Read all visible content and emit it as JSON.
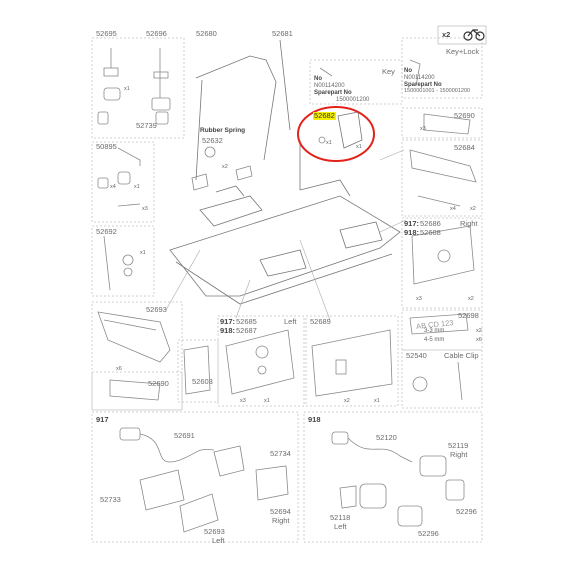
{
  "header": {
    "count_label": "x2",
    "bike_icon": "bike-icon"
  },
  "labels": {
    "p52695": "52695",
    "p52696": "52696",
    "p52680": "52680",
    "p52681": "52681",
    "p52739": "52739",
    "p50895": "50895",
    "p52632": "52632",
    "rubber_spring": "Rubber Spring",
    "p52692": "52692",
    "p52693": "52693",
    "p52690_left": "52690",
    "p52603": "52603",
    "p52685": "52685",
    "p52687": "52687",
    "p917_left": "917:",
    "p918_left": "918:",
    "left_word": "Left",
    "p52689": "52689",
    "key_title": "Key",
    "key_no": "No",
    "key_no_range": "N00114200",
    "key_sparepart": "Sparepart No",
    "key_sparepart_range": "1500001200",
    "p52682": "52682",
    "key_lock_title": "Key+Lock",
    "key_lock_no": "No",
    "key_lock_no_range": "N00114200",
    "key_lock_sparepart": "Sparepart No",
    "key_lock_sparepart_range": "1500001001 - 1500001200",
    "p52690_right": "52690",
    "p52684": "52684",
    "p917_right": "917:",
    "p52686": "52686",
    "p918_right": "918:",
    "p52688": "52688",
    "right_word": "Right",
    "p52698": "52698",
    "size_a": "3-3 mm",
    "size_b": "4-5 mm",
    "p52540": "52540",
    "cable_clip": "Cable Clip",
    "p917_bottom": "917",
    "p52691": "52691",
    "p52734": "52734",
    "p52733": "52733",
    "p52694": "52694",
    "right_bottom_left": "Right",
    "p52693_b": "52693",
    "left_bottom_left": "Left",
    "p918_bottom": "918",
    "p52120": "52120",
    "p52119": "52119",
    "right_bottom_right": "Right",
    "p52118": "52118",
    "left_bottom_right": "Left",
    "p52296_a": "52296",
    "p52296_b": "52296",
    "plate_text": "AB CD 123"
  },
  "quantities": {
    "x1": "x1",
    "x2": "x2",
    "x3": "x3",
    "x4": "x4",
    "x6": "x6"
  },
  "highlight": {
    "part": "52682",
    "circle_color": "#e2231a",
    "label_color": "#f5ef00"
  }
}
